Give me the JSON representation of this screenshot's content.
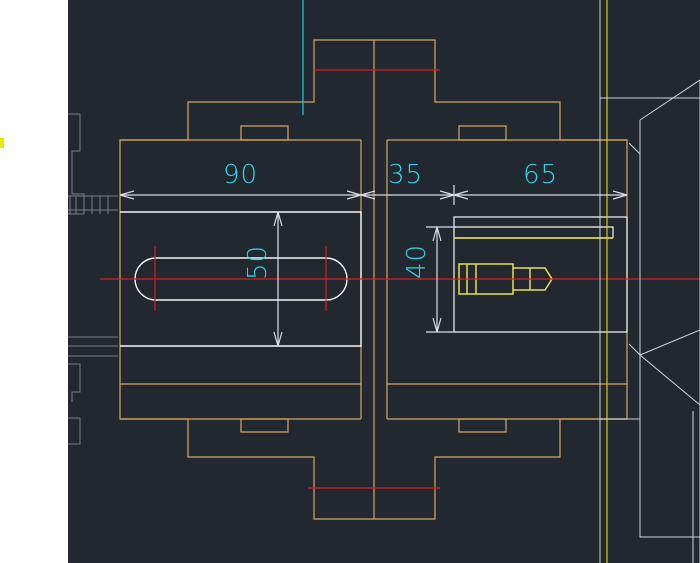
{
  "window": {
    "background": "#212830",
    "margin_background": "#ffffff"
  },
  "colors": {
    "object": "#d9a45e",
    "dimension": "#d9dde3",
    "dimension_text": "#2ed6e8",
    "centerline": "#d61e1e",
    "highlight": "#e6e04a",
    "cyan_line": "#17b7c8",
    "yellow_line": "#e0c400",
    "gray_line": "#778088",
    "white_line": "#d0d4da"
  },
  "drawing": {
    "dimensions": [
      {
        "label": "90"
      },
      {
        "label": "35"
      },
      {
        "label": "65"
      },
      {
        "label": "50"
      },
      {
        "label": "40"
      }
    ]
  },
  "icons": {
    "left_marker": "yellow-marker"
  }
}
